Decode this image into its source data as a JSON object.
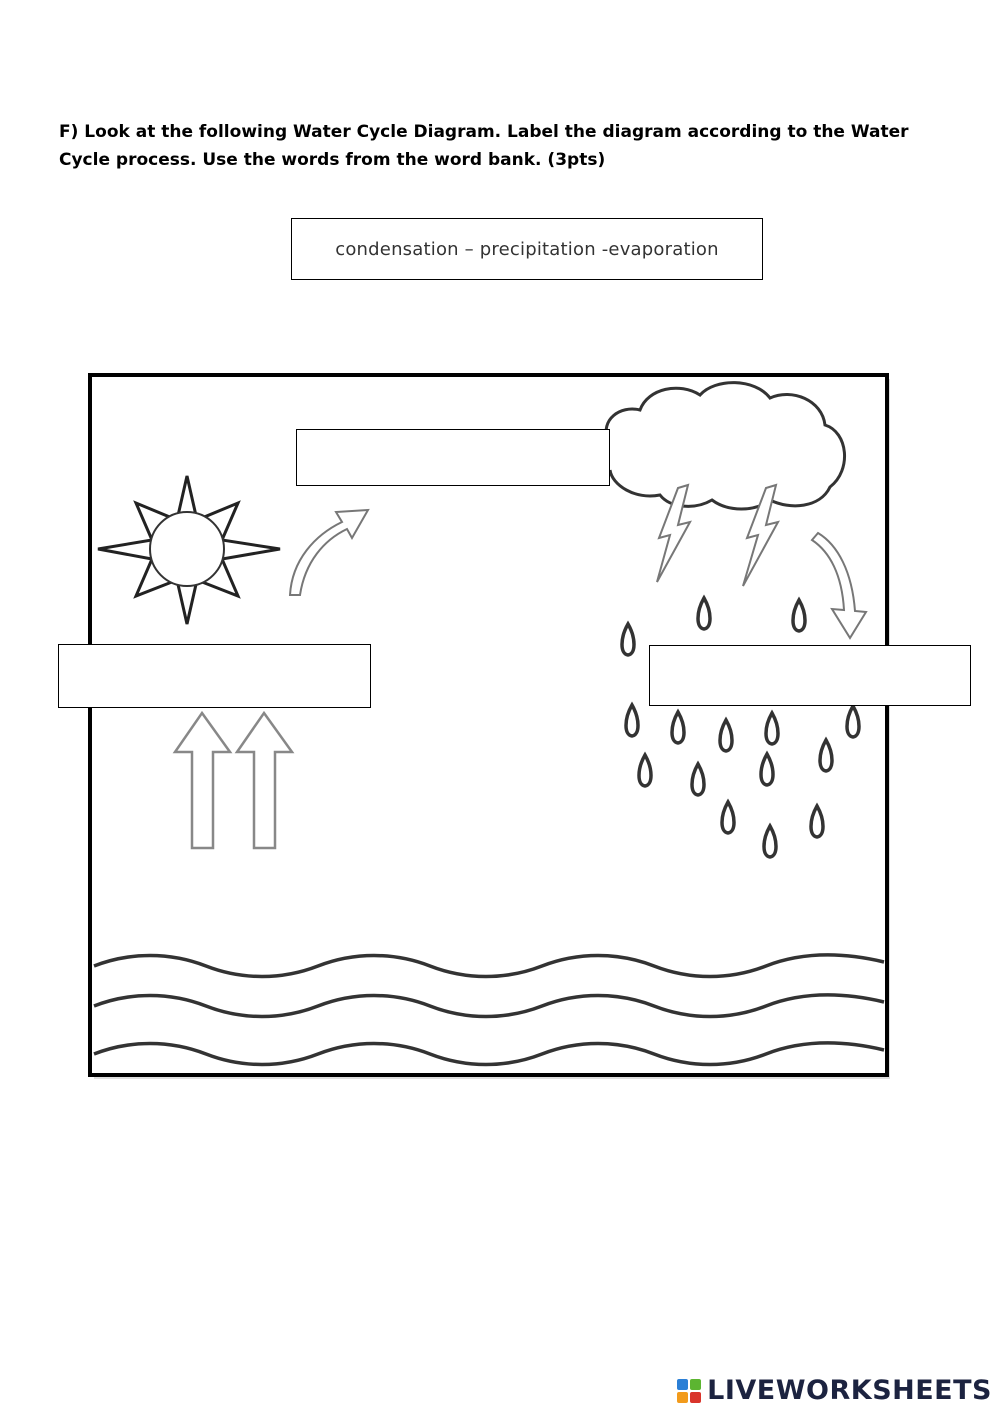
{
  "instructions": "F) Look at the following Water Cycle Diagram.  Label the diagram according to the Water Cycle process.  Use the words from the word bank. (3pts)",
  "word_bank": "condensation – precipitation -evaporation",
  "answer_boxes": {
    "top": "",
    "left": "",
    "right": ""
  },
  "footer": {
    "brand": "LIVEWORKSHEETS",
    "colors": {
      "logo_blue": "#2b7fd6",
      "logo_green": "#5cb531",
      "logo_orange": "#f29b1c",
      "logo_red": "#d9342b",
      "text": "#1c2340"
    }
  },
  "icons": [
    "sun-icon",
    "cloud-icon",
    "lightning-icon",
    "raindrop-icon",
    "curved-arrow-icon",
    "up-arrow-icon",
    "water-waves-icon"
  ]
}
